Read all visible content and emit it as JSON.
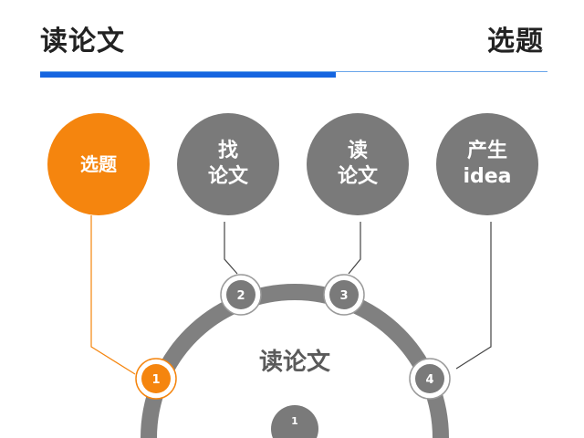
{
  "header": {
    "title_left": "读论文",
    "title_right": "选题"
  },
  "steps": [
    {
      "label": "选题",
      "marker": "1",
      "active": true
    },
    {
      "label": "找\n论文",
      "marker": "2",
      "active": false
    },
    {
      "label": "读\n论文",
      "marker": "3",
      "active": false
    },
    {
      "label": "产生\nidea",
      "marker": "4",
      "active": false
    }
  ],
  "arc": {
    "center_label": "读论文",
    "bottom_marker": "1"
  },
  "colors": {
    "accent": "#f5850e",
    "step_gray": "#7a7a7a",
    "arc_gray": "#808080",
    "rule_blue": "#1565e0",
    "rule_light": "#6aa6ea"
  }
}
